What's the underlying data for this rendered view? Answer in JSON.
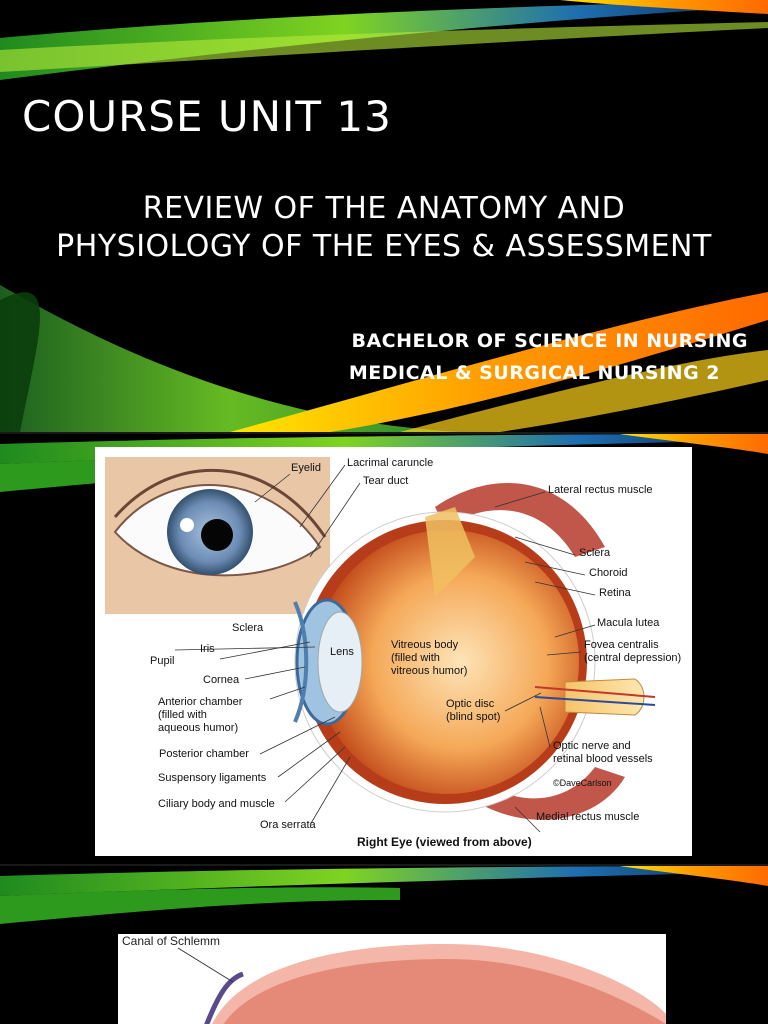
{
  "slide1": {
    "title": "COURSE UNIT 13",
    "subtitle_line1": "REVIEW OF THE ANATOMY AND",
    "subtitle_line2": "PHYSIOLOGY OF THE EYES & ASSESSMENT",
    "degree": "BACHELOR OF SCIENCE IN NURSING",
    "course": "MEDICAL & SURGICAL NURSING 2"
  },
  "slide2": {
    "labels": {
      "eyelid": "Eyelid",
      "lacrimal": "Lacrimal caruncle",
      "tear_duct": "Tear duct",
      "lateral_rectus": "Lateral rectus muscle",
      "sclera_r": "Sclera",
      "choroid": "Choroid",
      "retina": "Retina",
      "macula": "Macula lutea",
      "fovea1": "Fovea centralis",
      "fovea2": "(central depression)",
      "sclera_l": "Sclera",
      "iris": "Iris",
      "pupil": "Pupil",
      "lens": "Lens",
      "cornea": "Cornea",
      "vitreous1": "Vitreous body",
      "vitreous2": "(filled with",
      "vitreous3": "vitreous humor)",
      "anterior1": "Anterior chamber",
      "anterior2": "(filled with",
      "anterior3": "aqueous humor)",
      "optic_disc1": "Optic disc",
      "optic_disc2": "(blind spot)",
      "posterior": "Posterior chamber",
      "optic_nerve1": "Optic nerve and",
      "optic_nerve2": "retinal blood vessels",
      "suspensory": "Suspensory ligaments",
      "copyright": "©DaveCarlson",
      "ciliary": "Ciliary body and muscle",
      "medial_rectus": "Medial rectus muscle",
      "ora": "Ora serrata"
    },
    "caption": "Right Eye (viewed from above)"
  },
  "slide3": {
    "label": "Canal of Schlemm"
  }
}
